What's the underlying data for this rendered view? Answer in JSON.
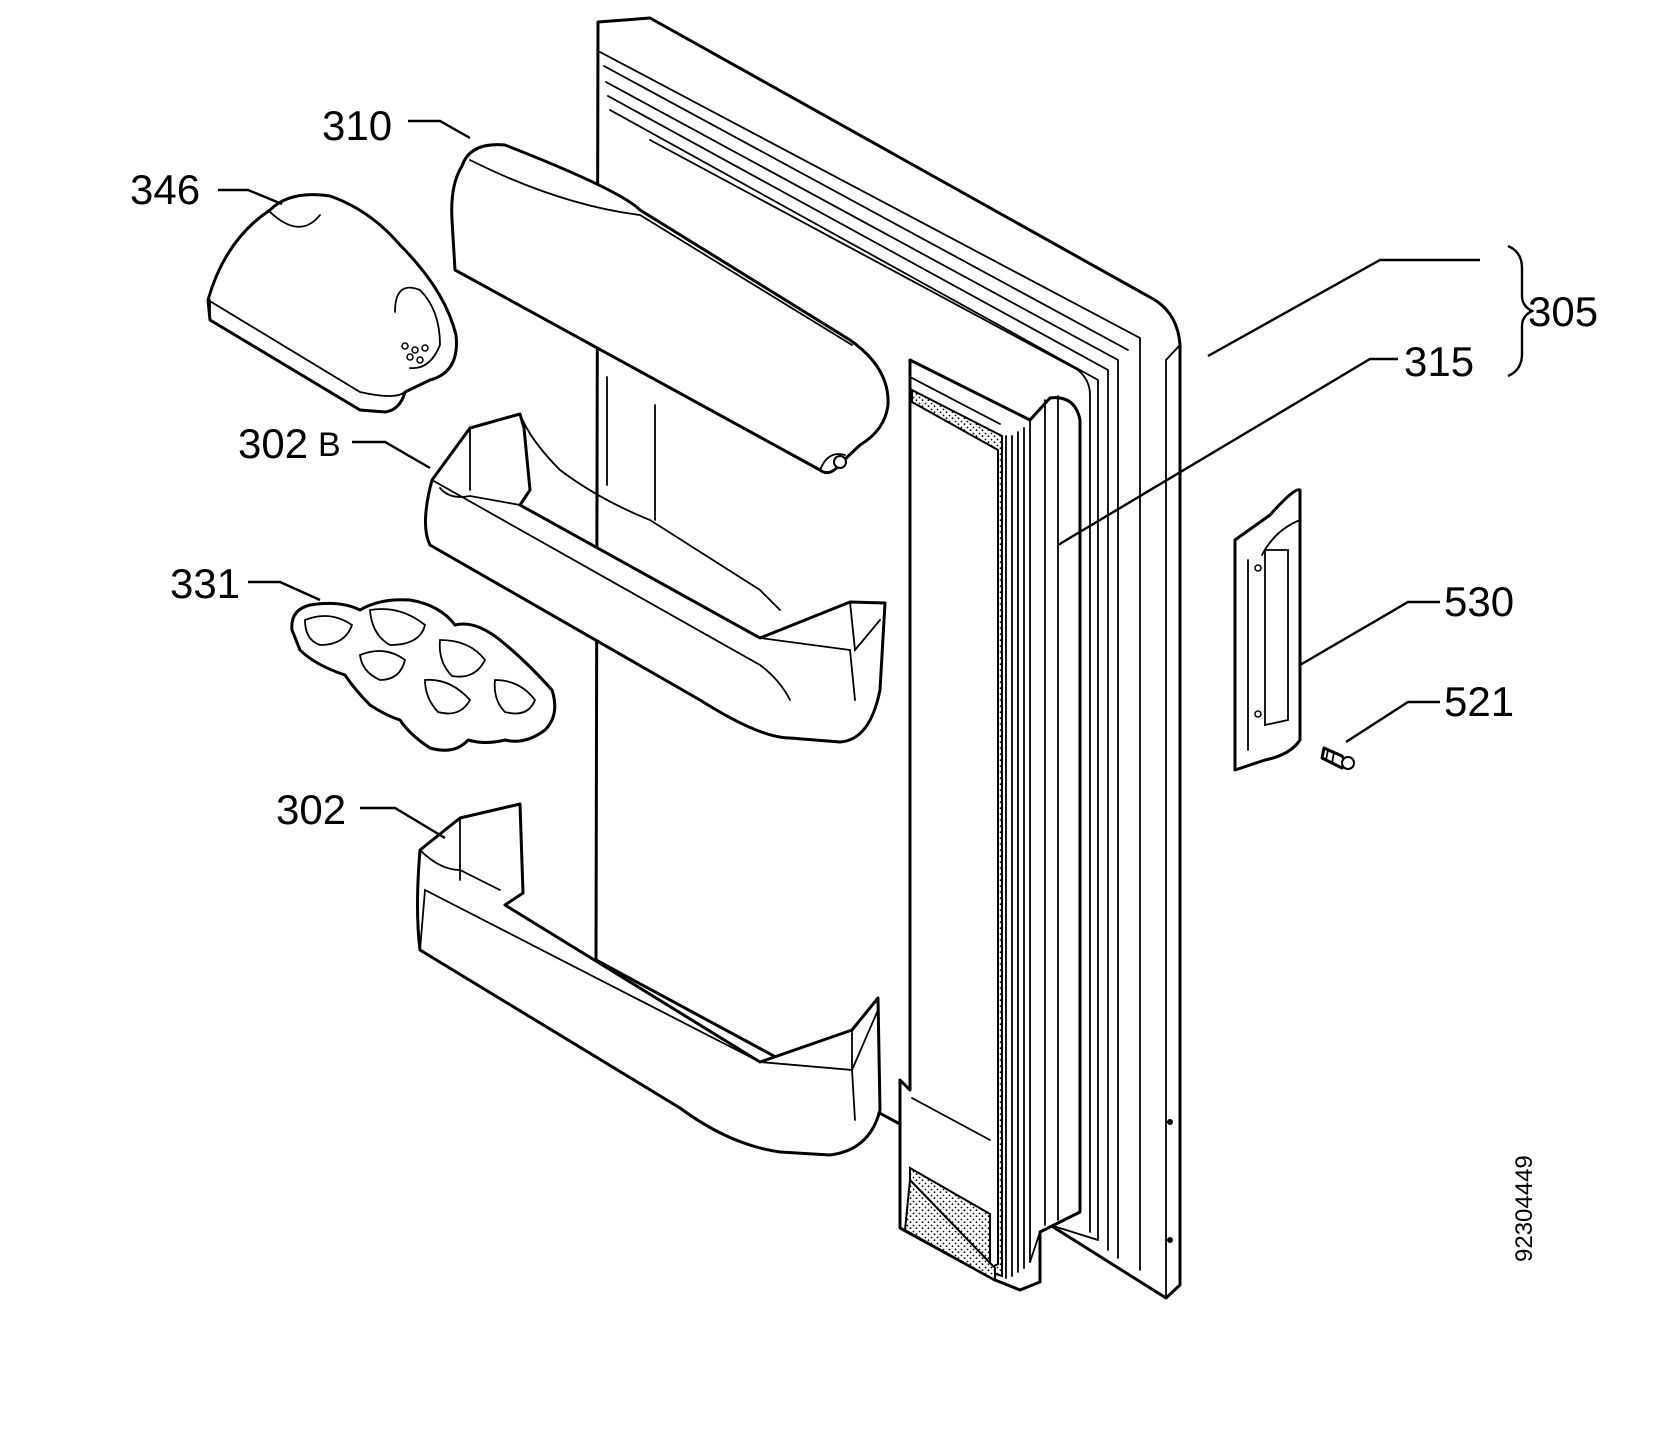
{
  "labels": {
    "p310": "310",
    "p346": "346",
    "p302b_num": "302",
    "p302b_suffix": "B",
    "p331": "331",
    "p302": "302",
    "p305": "305",
    "p315": "315",
    "p530": "530",
    "p521": "521"
  },
  "document_number": "92304449"
}
